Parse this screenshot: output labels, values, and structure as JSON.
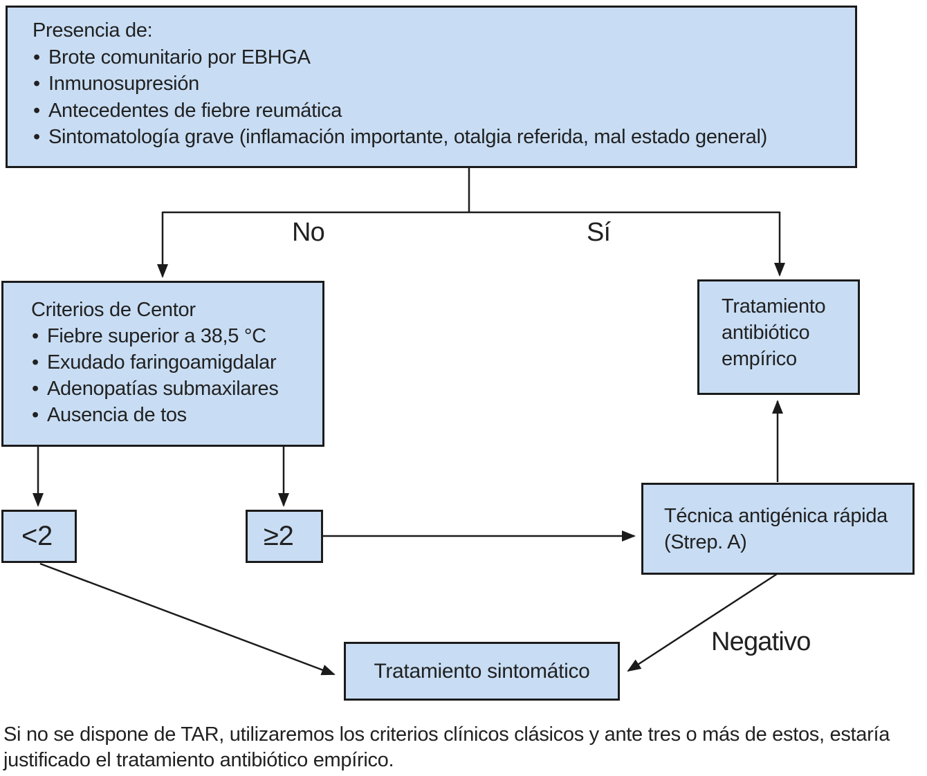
{
  "colors": {
    "background": "#FFFFFF",
    "box_fill": "#C8DDF4",
    "box_border": "#1B1B1B",
    "line": "#1B1B1B",
    "text": "#212121"
  },
  "boxes": {
    "presencia": {
      "title": "Presencia de:",
      "bullets": [
        "Brote comunitario por EBHGA",
        "Inmunosupresión",
        "Antecedentes de fiebre reumática",
        "Sintomatología grave (inflamación importante, otalgia referida, mal estado general)"
      ]
    },
    "centor": {
      "title": "Criterios de Centor",
      "bullets": [
        "Fiebre superior a 38,5 °C",
        "Exudado faringoamigdalar",
        "Adenopatías submaxilares",
        "Ausencia de tos"
      ]
    },
    "antibiotico": {
      "label": "Tratamiento antibiótico empírico"
    },
    "menor2": {
      "label": "<2"
    },
    "mayor2": {
      "label": "≥2"
    },
    "tar": {
      "label": "Técnica antigénica rápida (Strep. A)"
    },
    "sintomatico": {
      "label": "Tratamiento sintomático"
    }
  },
  "edge_labels": {
    "no": "No",
    "si": "Sí",
    "negativo": "Negativo"
  },
  "footnote": "Si no se dispone de TAR, utilizaremos los criterios clínicos clásicos y ante tres o más de estos, estaría justificado el tratamiento antibiótico empírico."
}
